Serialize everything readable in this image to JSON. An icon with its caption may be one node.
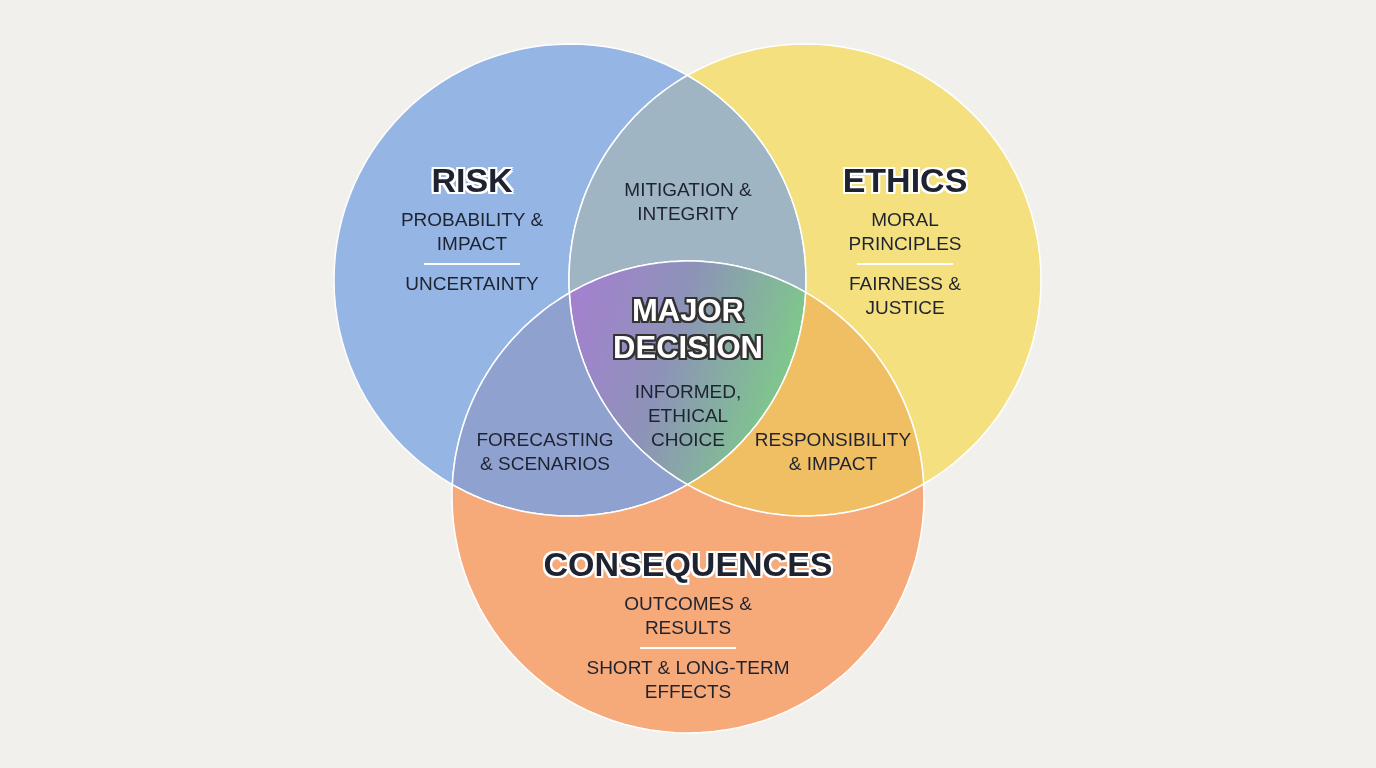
{
  "diagram": {
    "nodes": [
      {
        "text": [
          "RISK",
          "PROBABILITY & IMPACT",
          "UNCERTAINTY"
        ]
      },
      {
        "text": [
          "MITIGATION & INTEGRITY"
        ]
      },
      {
        "text": [
          "ETHICS",
          "MORAL PRINCIPLES",
          "FAIRNESS & JUSTICE"
        ]
      },
      {
        "text": [
          "MAJOR DECISION",
          "INFORMED, ETHICAL CHOICE"
        ]
      },
      {
        "text": [
          "FORECASTING & SCENARIOS"
        ]
      },
      {
        "text": [
          "RESPONSIBILITY & IMPACT"
        ]
      },
      {
        "text": [
          "CONSEQUENCES",
          "OUTCOMES & RESULTS",
          "SHORT & LONG-TERM EFFECTS"
        ]
      }
    ]
  }
}
